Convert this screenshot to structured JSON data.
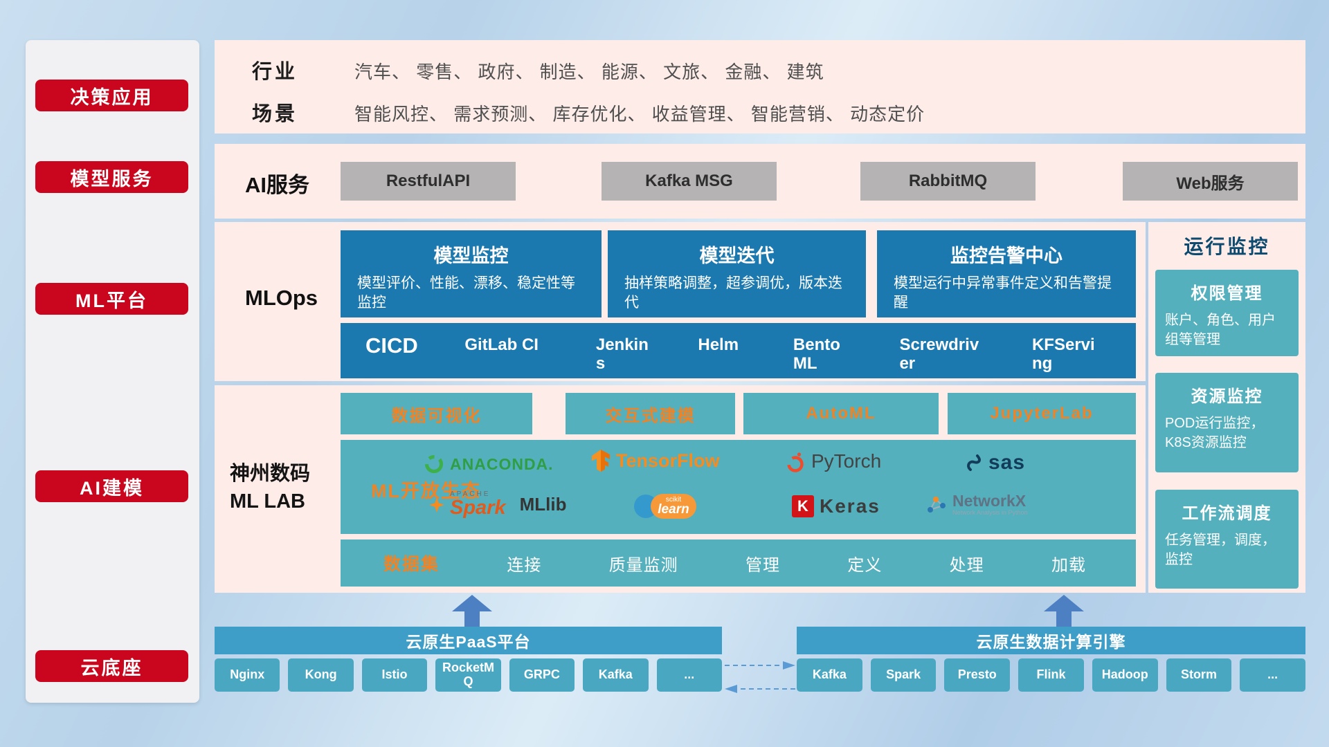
{
  "sidebar": {
    "items": [
      "决策应用",
      "模型服务",
      "ML平台",
      "AI建模",
      "云底座"
    ]
  },
  "industry_band": {
    "rows": [
      {
        "label": "行业",
        "value": "汽车、 零售、 政府、 制造、 能源、 文旅、 金融、 建筑"
      },
      {
        "label": "场景",
        "value": "智能风控、 需求预测、 库存优化、 收益管理、 智能营销、 动态定价"
      }
    ]
  },
  "ai_service": {
    "label": "AI服务",
    "buttons": [
      "RestfulAPI",
      "Kafka MSG",
      "RabbitMQ",
      "Web服务"
    ]
  },
  "mlops": {
    "label": "MLOps",
    "cards": [
      {
        "title": "模型监控",
        "desc": "模型评价、性能、漂移、稳定性等监控"
      },
      {
        "title": "模型迭代",
        "desc": "抽样策略调整，超参调优，版本迭代"
      },
      {
        "title": "监控告警中心",
        "desc": "模型运行中异常事件定义和告警提醒"
      }
    ],
    "cicd_label": "CICD",
    "cicd_items": [
      "GitLab CI",
      "Jenkins",
      "Helm",
      "BentoML",
      "Screwdriver",
      "KFServing"
    ]
  },
  "mllab": {
    "label_line1": "神州数码",
    "label_line2": "ML LAB",
    "tools": [
      "数据可视化",
      "交互式建模",
      "AutoML",
      "JupyterLab"
    ],
    "ecosystem_label": "ML开放生态",
    "logos": {
      "anaconda": "ANACONDA.",
      "tensorflow": "TensorFlow",
      "pytorch": "PyTorch",
      "sas": "sas",
      "apache": "APACHE",
      "spark": "Spark",
      "mllib": "MLlib",
      "scikit_top": "scikit",
      "scikit_bottom": "learn",
      "keras_initial": "K",
      "keras": "Keras",
      "networkx": "NetworkX",
      "networkx_tagline": "Network Analysis in Python"
    },
    "dataset_label": "数据集",
    "dataset_items": [
      "连接",
      "质量监测",
      "管理",
      "定义",
      "处理",
      "加载"
    ]
  },
  "monitoring": {
    "title": "运行监控",
    "cards": [
      {
        "title": "权限管理",
        "desc": "账户、角色、用户组等管理"
      },
      {
        "title": "资源监控",
        "desc": "POD运行监控，K8S资源监控"
      },
      {
        "title": "工作流调度",
        "desc": "任务管理，调度，监控"
      }
    ]
  },
  "cloud": {
    "paas": {
      "title": "云原生PaaS平台",
      "chips": [
        "Nginx",
        "Kong",
        "Istio",
        "RocketMQ",
        "GRPC",
        "Kafka",
        "..."
      ]
    },
    "engine": {
      "title": "云原生数据计算引擎",
      "chips": [
        "Kafka",
        "Spark",
        "Presto",
        "Flink",
        "Hadoop",
        "Storm",
        "..."
      ]
    }
  },
  "colors": {
    "accent_red": "#c9061d",
    "band_pink": "#fdece7",
    "mlops_blue": "#1b79af",
    "teal": "#54b0bd",
    "orange": "#ef8325",
    "cloud_blue": "#3f9ec7",
    "arrow_blue": "#4d7fc3"
  }
}
